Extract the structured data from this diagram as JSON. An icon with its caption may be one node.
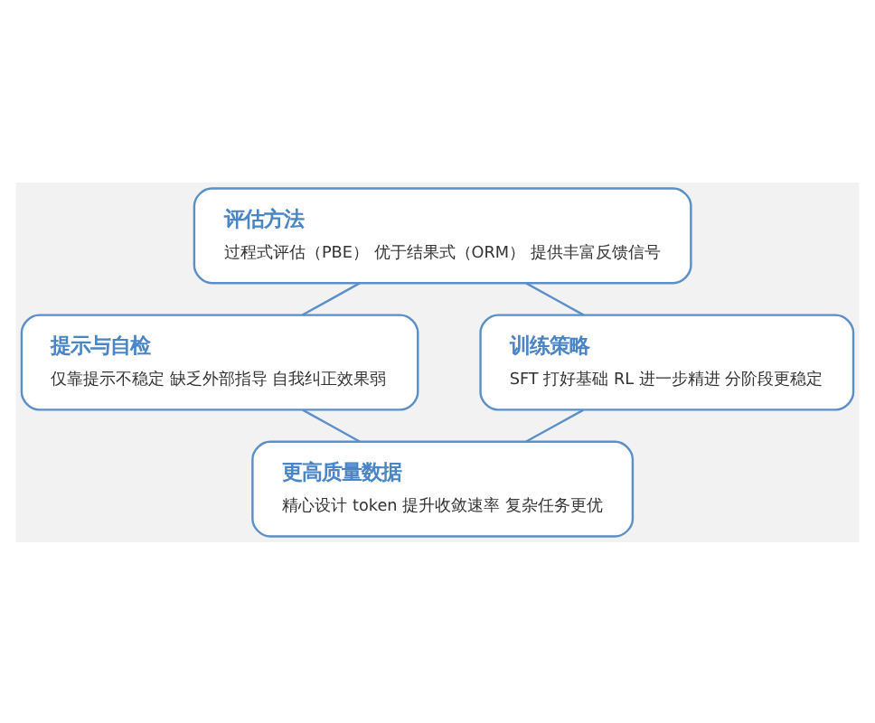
{
  "diagram": {
    "nodes": [
      {
        "text": [
          "评估方法",
          "过程式评估（PBE） 优于结果式（ORM） 提供丰富反馈信号"
        ]
      },
      {
        "text": [
          "提示与自检",
          "仅靠提示不稳定 缺乏外部指导 自我纠正效果弱"
        ]
      },
      {
        "text": [
          "训练策略",
          "SFT 打好基础 RL 进一步精进 分阶段更稳定"
        ]
      },
      {
        "text": [
          "更高质量数据",
          "精心设计 token 提升收敛速率 复杂任务更优"
        ]
      }
    ],
    "edges": [
      {
        "from": 0,
        "to": 1,
        "arrow": "none"
      },
      {
        "from": 0,
        "to": 2,
        "arrow": "none"
      },
      {
        "from": 1,
        "to": 3,
        "arrow": "none"
      },
      {
        "from": 2,
        "to": 3,
        "arrow": "none"
      }
    ]
  }
}
